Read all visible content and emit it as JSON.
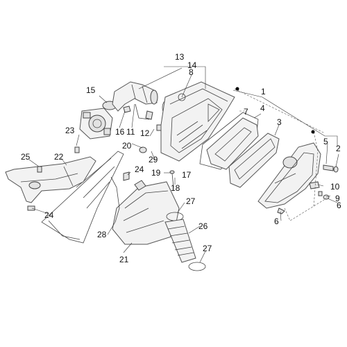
{
  "labels": {
    "n1": "1",
    "n2": "2",
    "n3": "3",
    "n4": "4",
    "n5": "5",
    "n6a": "6",
    "n6b": "6",
    "n7": "7",
    "n8": "8",
    "n9": "9",
    "n10": "10",
    "n11": "11",
    "n12": "12",
    "n13": "13",
    "n14": "14",
    "n15": "15",
    "n16": "16",
    "n17": "17",
    "n18": "18",
    "n19": "19",
    "n20": "20",
    "n21": "21",
    "n22": "22",
    "n23": "23",
    "n24a": "24",
    "n24b": "24",
    "n25": "25",
    "n26": "26",
    "n27a": "27",
    "n27b": "27",
    "n28": "28",
    "n29": "29"
  },
  "colors": {
    "line": "#444444",
    "fill": "#f2f2f2",
    "text": "#111111"
  }
}
